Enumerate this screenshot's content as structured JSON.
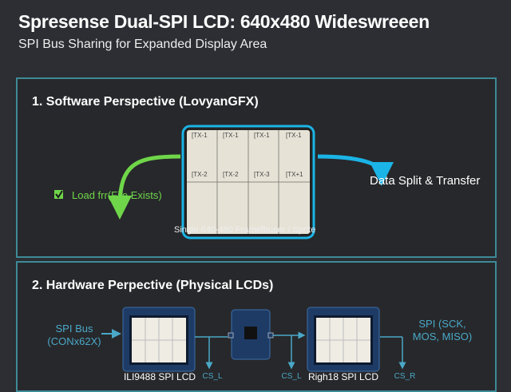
{
  "header": {
    "title": "Spresense Dual-SPI LCD: 640x480 Wideswreeen",
    "subtitle": "SPI Bus Sharing for Expanded Display Area"
  },
  "software": {
    "title": "1. Software Perspective (LovyanGFX)",
    "cells": [
      "[TX-1",
      "[TX-1",
      "[TX-1",
      "[TX-1",
      "[TX-2",
      "[TX-2",
      "[TX-3",
      "[TX+1"
    ],
    "load_label": "Load frr(File Exists)",
    "split_label": "Data Split & Transfer",
    "framebuffer_label": "Single 640·480 Framefbuser / Sprite"
  },
  "hardware": {
    "title": "2. Hardware Perpective (Physical LCDs)",
    "spi_bus_label": [
      "SPI Bus",
      "(CONx62X)"
    ],
    "spi_pins_label": [
      "SPI (SCK,",
      "MOS, MISO)"
    ],
    "cs_labels": [
      "CS_L",
      "CS_L",
      "CS_R"
    ],
    "left_lcd_label": "ILI9488 SPI LCD",
    "right_lcd_label": "Righ18 SPI LCD"
  },
  "colors": {
    "green": "#6fd64a",
    "blue": "#1bb4e6",
    "teal": "#4aa8c8"
  }
}
